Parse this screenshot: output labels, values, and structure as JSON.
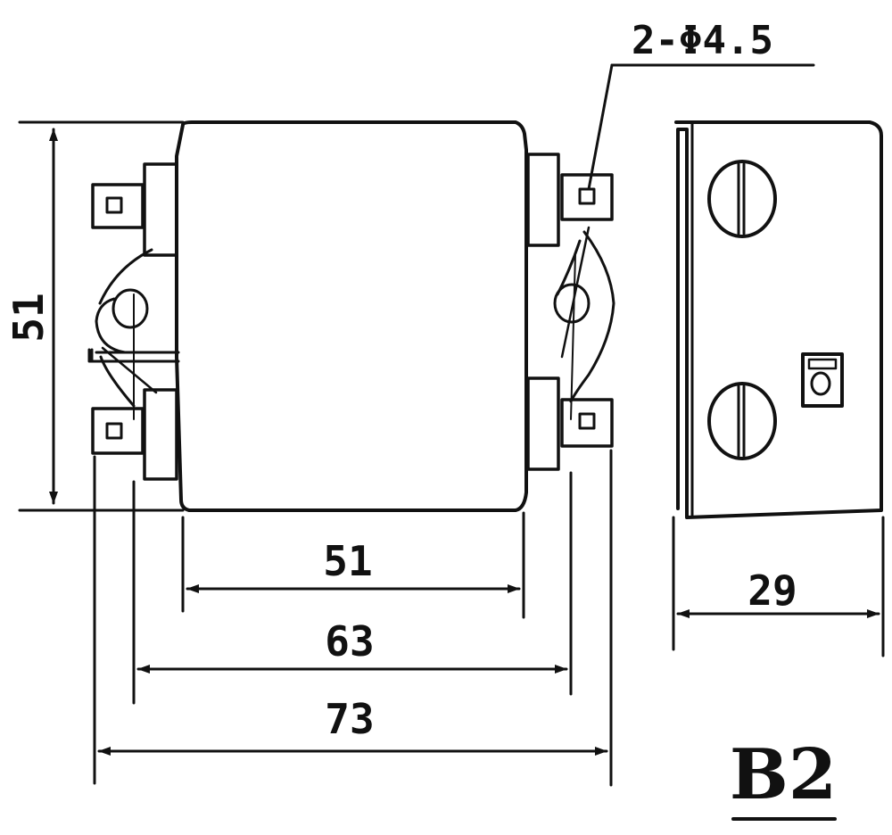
{
  "drawing": {
    "hole_callout": "2-Φ4.5",
    "model_label": "B2",
    "dimensions": {
      "height": "51",
      "body_width": "51",
      "mount_pitch": "63",
      "overall_width": "73",
      "depth": "29"
    },
    "colors": {
      "line": "#111111",
      "background": "#ffffff"
    }
  }
}
